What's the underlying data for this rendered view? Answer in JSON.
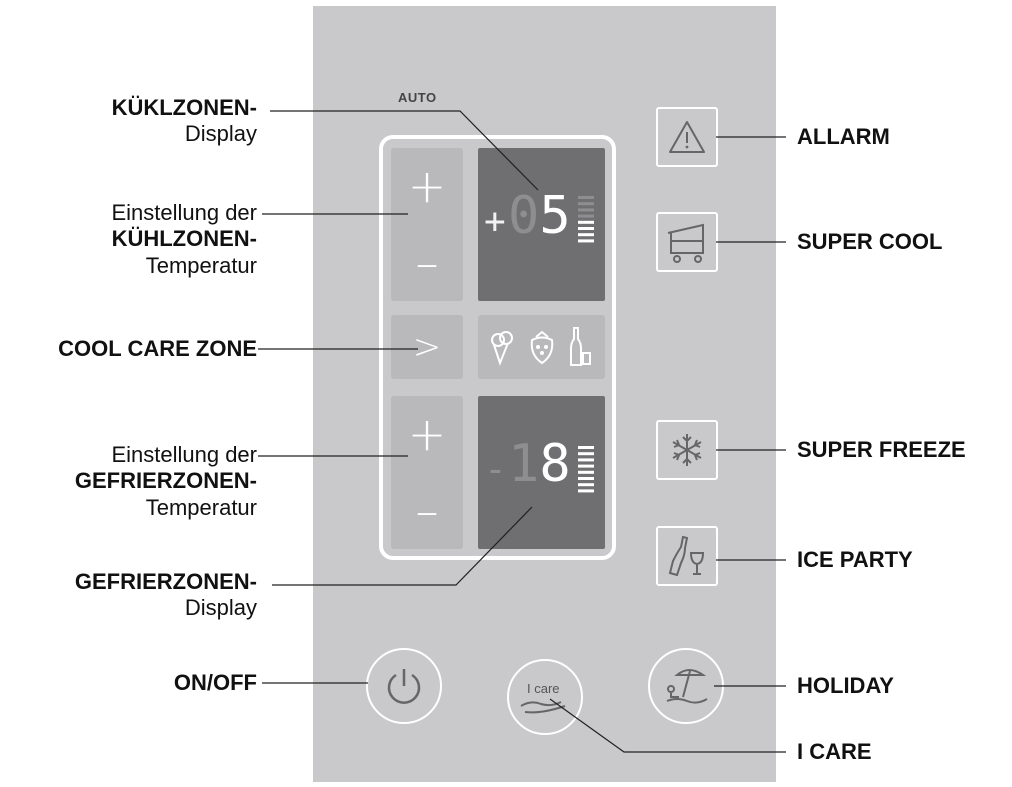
{
  "auto_label": "AUTO",
  "left_labels": {
    "kuehl_display_title": "KÜKLZONEN-",
    "kuehl_display_sub": "Display",
    "kuehl_temp_line1": "Einstellung der",
    "kuehl_temp_line2": "KÜHLZONEN-",
    "kuehl_temp_line3": "Temperatur",
    "cool_care_zone": "COOL CARE ZONE",
    "gefrier_temp_line1": "Einstellung der",
    "gefrier_temp_line2": "GEFRIERZONEN-",
    "gefrier_temp_line3": "Temperatur",
    "gefrier_display_title": "GEFRIERZONEN-",
    "gefrier_display_sub": "Display",
    "on_off": "ON/OFF"
  },
  "right_labels": {
    "allarm": "ALLARM",
    "super_cool": "SUPER COOL",
    "super_freeze": "SUPER FREEZE",
    "ice_party": "ICE PARTY",
    "holiday": "HOLIDAY",
    "i_care": "I CARE"
  },
  "buttons": {
    "plus": "+",
    "minus": "–",
    "next": ">",
    "icare_text": "I care"
  },
  "displays": {
    "fridge": {
      "sign": "+",
      "digits": "05",
      "level_filled": 4,
      "level_total": 8
    },
    "freezer": {
      "sign": "-",
      "digits": "18",
      "level_filled": 8,
      "level_total": 8
    }
  },
  "icons": [
    "ice-cream-icon",
    "strawberry-icon",
    "bottle-glass-icon",
    "warning-triangle-icon",
    "shopping-cart-icon",
    "snowflake-icon",
    "bottle-wineglass-icon",
    "power-icon",
    "hand-care-icon",
    "beach-umbrella-icon"
  ],
  "colors": {
    "panel": "#c9c9cb",
    "button": "#b9b9bb",
    "display": "#6f6f71",
    "frame": "#ffffff"
  }
}
